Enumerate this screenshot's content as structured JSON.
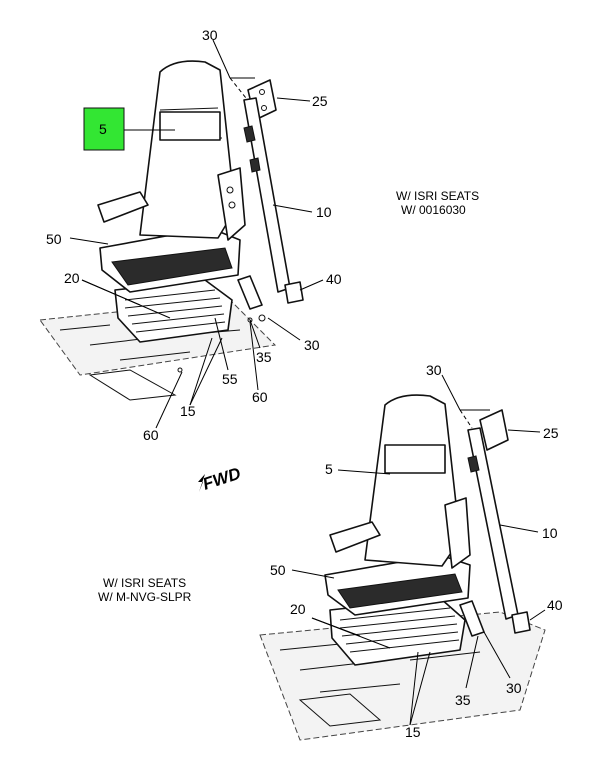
{
  "highlight_color": "#33e633",
  "upper_view": {
    "note_line1": "W/ ISRI SEATS",
    "note_line2": "W/ 0016030",
    "callouts": {
      "c30a": "30",
      "c25": "25",
      "c5": "5",
      "c10": "10",
      "c50": "50",
      "c20": "20",
      "c40": "40",
      "c30b": "30",
      "c35": "35",
      "c55": "55",
      "c60a": "60",
      "c15": "15",
      "c60b": "60"
    }
  },
  "lower_view": {
    "note_line1": "W/ ISRI SEATS",
    "note_line2": "W/ M-NVG-SLPR",
    "callouts": {
      "c30a": "30",
      "c25": "25",
      "c5": "5",
      "c10": "10",
      "c50": "50",
      "c20": "20",
      "c40": "40",
      "c35": "35",
      "c30b": "30",
      "c15": "15"
    }
  },
  "direction_label": "FWD"
}
